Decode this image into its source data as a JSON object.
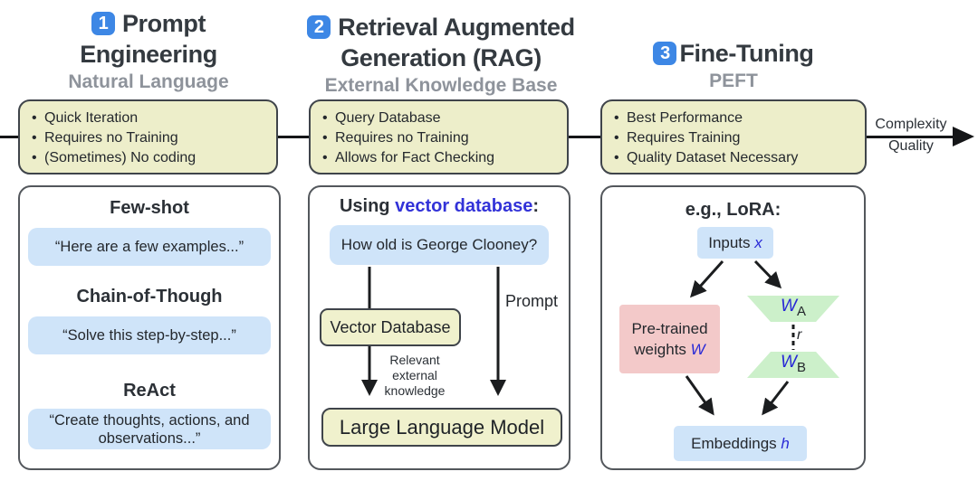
{
  "colors": {
    "badge_blue": "#3d87e5",
    "accent_blue": "#3232d8",
    "box_yellow": "#edeeca",
    "pill_blue": "#cfe4f9",
    "pretrained_pink": "#f3c9c9",
    "lora_green": "#ccf0ca",
    "title_dark": "#343a40",
    "subtitle_gray": "#8e939b",
    "axis_black": "#151618"
  },
  "axis": {
    "label_top": "Complexity",
    "label_bottom": "Quality"
  },
  "sections": [
    {
      "badge": "1",
      "title_line1": "Prompt",
      "title_line2": "Engineering",
      "subtitle": "Natural Language",
      "bullets": [
        "Quick Iteration",
        "Requires no Training",
        "(Sometimes) No coding"
      ]
    },
    {
      "badge": "2",
      "title_line1": "Retrieval Augmented",
      "title_line2": "Generation (RAG)",
      "subtitle": "External Knowledge Base",
      "bullets": [
        "Query Database",
        "Requires no Training",
        "Allows for Fact Checking"
      ]
    },
    {
      "badge": "3",
      "title_line1": "Fine-Tuning",
      "subtitle": "PEFT",
      "bullets": [
        "Best Performance",
        "Requires Training",
        "Quality Dataset Necessary"
      ]
    }
  ],
  "prompt_panel": {
    "items": [
      {
        "heading": "Few-shot",
        "example": "“Here are a few examples...”"
      },
      {
        "heading": "Chain-of-Though",
        "example": "“Solve this step-by-step...”"
      },
      {
        "heading": "ReAct",
        "example": "“Create thoughts, actions, and observations...”"
      }
    ]
  },
  "rag_panel": {
    "heading_prefix": "Using ",
    "heading_accent": "vector database",
    "heading_suffix": ":",
    "query": "How old is George Clooney?",
    "vector_db_label": "Vector Database",
    "relevant_line1": "Relevant",
    "relevant_line2": "external",
    "relevant_line3": "knowledge",
    "prompt_label": "Prompt",
    "llm_label": "Large Language Model"
  },
  "lora_panel": {
    "heading": "e.g., LoRA:",
    "inputs_label": "Inputs",
    "inputs_var": "x",
    "pretrained_line1": "Pre-trained",
    "pretrained_line2": "weights",
    "pretrained_var": "W",
    "wa_var": "W",
    "wa_sub": "A",
    "rank_label": "r",
    "wb_var": "W",
    "wb_sub": "B",
    "embeddings_label": "Embeddings",
    "embeddings_var": "h"
  }
}
